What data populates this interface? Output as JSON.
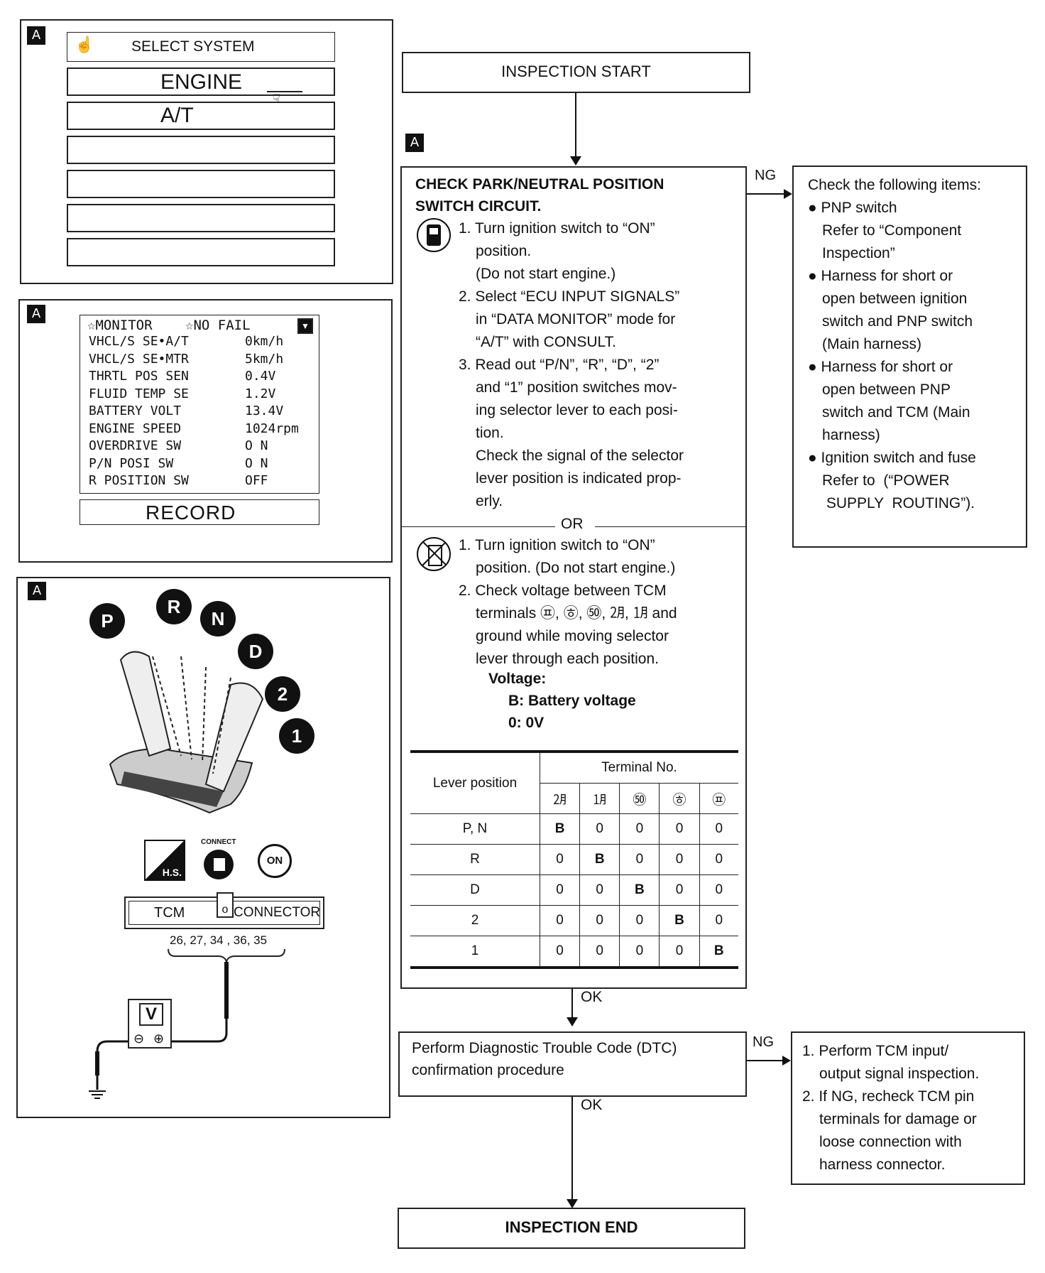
{
  "panels": {
    "badge": "A",
    "select_system": {
      "title": "SELECT SYSTEM",
      "items": [
        "ENGINE",
        "A/T",
        "",
        "",
        "",
        ""
      ]
    },
    "monitor": {
      "header_left": "☆MONITOR",
      "header_right": "☆NO FAIL",
      "rows": [
        {
          "label": "VHCL/S SE•A/T",
          "value": "0km/h"
        },
        {
          "label": "VHCL/S SE•MTR",
          "value": "5km/h"
        },
        {
          "label": "THRTL POS SEN",
          "value": "0.4V"
        },
        {
          "label": "FLUID TEMP SE",
          "value": "1.2V"
        },
        {
          "label": "BATTERY VOLT",
          "value": "13.4V"
        },
        {
          "label": "ENGINE SPEED",
          "value": "1024rpm"
        },
        {
          "label": "OVERDRIVE SW",
          "value": "O N"
        },
        {
          "label": "P/N POSI SW",
          "value": "O N"
        },
        {
          "label": "R POSITION SW",
          "value": "OFF"
        }
      ],
      "record_label": "RECORD"
    },
    "selector": {
      "positions": [
        "P",
        "R",
        "N",
        "D",
        "2",
        "1"
      ],
      "hs_label": "H.S.",
      "connect_label": "CONNECT",
      "on_label": "ON",
      "tcm_label": "TCM",
      "connector_label": "CONNECTOR",
      "terminals": "26, 27, 34 , 36, 35",
      "meter_label": "V"
    }
  },
  "flow": {
    "start": "INSPECTION START",
    "badge": "A",
    "check_title_1": "CHECK PARK/NEUTRAL POSITION",
    "check_title_2": "SWITCH CIRCUIT.",
    "consult_steps": [
      "1. Turn ignition switch to “ON”",
      "position.",
      "(Do not start engine.)",
      "2. Select “ECU INPUT SIGNALS”",
      "in “DATA MONITOR” mode for",
      "“A/T” with CONSULT.",
      "3. Read out “P/N”, “R”, “D”, “2”",
      "and “1” position switches mov-",
      "ing selector lever to each posi-",
      "tion.",
      "Check the signal of the selector",
      "lever position is indicated prop-",
      "erly."
    ],
    "or_label": "OR",
    "manual_steps": [
      "1. Turn ignition switch to “ON”",
      "position. (Do not start engine.)",
      "2. Check voltage between TCM",
      "terminals ㉬, ㉭, ㊿, ㋁, ㋀ and",
      "ground while moving selector",
      "lever through each position."
    ],
    "voltage_title": "Voltage:",
    "voltage_b": "B: Battery voltage",
    "voltage_0": "0: 0V",
    "table": {
      "lever_header": "Lever position",
      "terminal_header": "Terminal No.",
      "columns": [
        "㋁",
        "㋀",
        "㊿",
        "㉭",
        "㉬"
      ],
      "rows": [
        {
          "pos": "P, N",
          "vals": [
            "B",
            "0",
            "0",
            "0",
            "0"
          ]
        },
        {
          "pos": "R",
          "vals": [
            "0",
            "B",
            "0",
            "0",
            "0"
          ]
        },
        {
          "pos": "D",
          "vals": [
            "0",
            "0",
            "B",
            "0",
            "0"
          ]
        },
        {
          "pos": "2",
          "vals": [
            "0",
            "0",
            "0",
            "B",
            "0"
          ]
        },
        {
          "pos": "1",
          "vals": [
            "0",
            "0",
            "0",
            "0",
            "B"
          ]
        }
      ]
    },
    "ng_label": "NG",
    "ok_label": "OK",
    "ng_box_1": [
      "Check the following items:",
      "● PNP switch",
      "Refer to “Component",
      "Inspection”",
      "● Harness for short or",
      "open between ignition",
      "switch and PNP switch",
      "(Main harness)",
      "● Harness for short or",
      "open between PNP",
      "switch and TCM (Main",
      "harness)",
      "● Ignition switch and fuse",
      "Refer to  (“POWER",
      " SUPPLY  ROUTING”)."
    ],
    "dtc_box": [
      "Perform Diagnostic Trouble Code (DTC)",
      "confirmation procedure"
    ],
    "ng_box_2": [
      "1. Perform TCM input/",
      "output signal inspection.",
      "2. If NG, recheck TCM pin",
      "terminals for damage or",
      "loose connection with",
      "harness connector."
    ],
    "end": "INSPECTION END"
  }
}
